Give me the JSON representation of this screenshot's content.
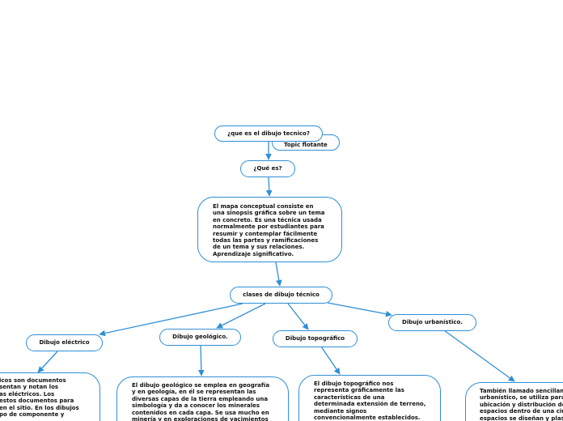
{
  "colors": {
    "line": "#2f8fd6",
    "border": "#2f8fd6",
    "text": "#111111"
  },
  "nodes": {
    "root": "¿que es el dibujo tecnico?",
    "floating_topic": "Topic flotante",
    "que_es": "¿Qué es?",
    "definition": "El mapa conceptual consiste en\nuna sinopsis gráfica sobre un tema\nen concreto. Es una técnica usada\nnormalmente por estudiantes para\nresumir y contemplar fácilmente\ntodas las partes y ramificaciones\nde un tema y sus relaciones.\nAprendizaje significativo.",
    "clases": "clases de dibujo técnico",
    "electrico": "Dibujo eléctrico",
    "geologico": "Dibujo geológico.",
    "topografico": "Dibujo topográfico",
    "urbanistico": "Dibujo urbanístico.",
    "electrico_desc": "icos son documentos\nsentan y notan los\nas eléctricos. Los\nestos documentos para\nen el sitio. En los dibujos\npo de componente y",
    "geologico_desc": "El dibujo geológico se emplea en geografía\ny en geología, en él se representan las\ndiversas capas de la tierra empleando una\nsimbología y da a conocer los minerales\ncontenidos en cada capa. Se usa mucho en\nminería y en exploraciones de yacimientos",
    "topografico_desc": "El dibujo topográfico nos\nrepresenta gráficamente las\ncaracterísticas de una\ndeterminada extensión de terreno,\nmediante signos\nconvencionalmente establecidos.",
    "urbanistico_desc": "También llamado sencillam\nurbanístico, se utiliza para\nubicación y distribución de\nespacios dentro de una ciud\nespacios se diseñan y plas"
  }
}
